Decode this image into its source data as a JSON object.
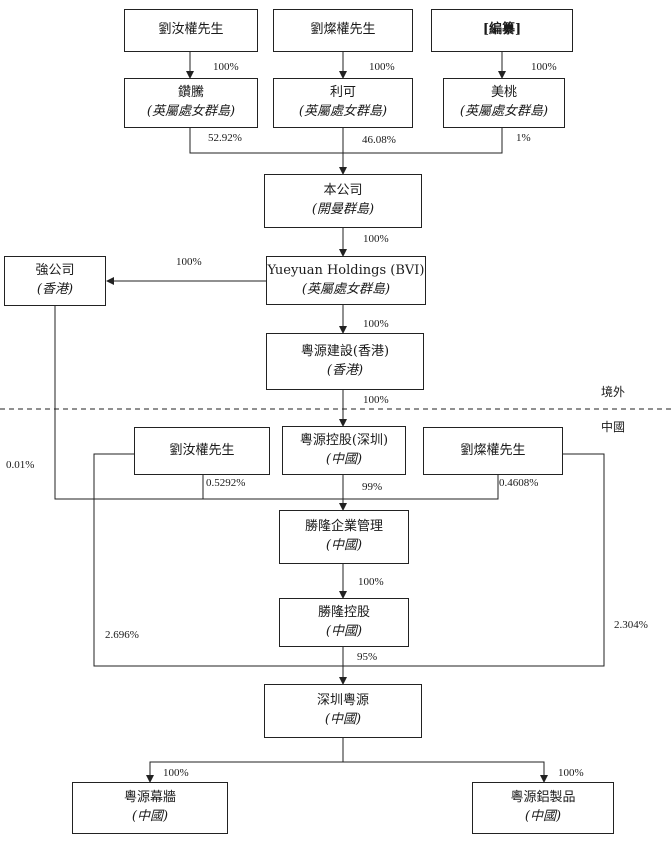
{
  "entities": {
    "liu_ruquan_top": {
      "name": "劉汝權先生"
    },
    "liu_canquan_top": {
      "name": "劉燦權先生"
    },
    "redacted": {
      "name": "[編纂]"
    },
    "zanteng": {
      "name": "鑽騰",
      "jurisdiction": "(英屬處女群島)"
    },
    "like": {
      "name": "利可",
      "jurisdiction": "(英屬處女群島)"
    },
    "meitao": {
      "name": "美桃",
      "jurisdiction": "(英屬處女群島)"
    },
    "company": {
      "name": "本公司",
      "jurisdiction": "(開曼群島)"
    },
    "yueyuan_bvi": {
      "name": "Yueyuan Holdings (BVI)",
      "jurisdiction": "(英屬處女群島)"
    },
    "qiang": {
      "name": "強公司",
      "jurisdiction": "(香港)"
    },
    "yueyuan_hk": {
      "name": "粵源建設(香港)",
      "jurisdiction": "(香港)"
    },
    "liu_ruquan_prc": {
      "name": "劉汝權先生"
    },
    "yueyuan_sz_holdings": {
      "name": "粵源控股(深圳)",
      "jurisdiction": "(中國)"
    },
    "liu_canquan_prc": {
      "name": "劉燦權先生"
    },
    "shenglong_mgmt": {
      "name": "勝隆企業管理",
      "jurisdiction": "(中國)"
    },
    "shenglong_holdings": {
      "name": "勝隆控股",
      "jurisdiction": "(中國)"
    },
    "shenzhen_yueyuan": {
      "name": "深圳粵源",
      "jurisdiction": "(中國)"
    },
    "yueyuan_curtain": {
      "name": "粵源幕牆",
      "jurisdiction": "(中國)"
    },
    "yueyuan_aluminium": {
      "name": "粵源鋁製品",
      "jurisdiction": "(中國)"
    }
  },
  "percentages": {
    "p_ruquan_zanteng": "100%",
    "p_canquan_like": "100%",
    "p_redacted_meitao": "100%",
    "p_zanteng_company": "52.92%",
    "p_like_company": "46.08%",
    "p_meitao_company": "1%",
    "p_company_bvi": "100%",
    "p_bvi_qiang": "100%",
    "p_bvi_hk": "100%",
    "p_hk_sz": "100%",
    "p_qiang_mgmt": "0.01%",
    "p_ruquan_mgmt": "0.5292%",
    "p_sz_mgmt": "99%",
    "p_canquan_mgmt": "0.4608%",
    "p_mgmt_holdings": "100%",
    "p_ruquan_shenzhen": "2.696%",
    "p_holdings_shenzhen": "95%",
    "p_canquan_shenzhen": "2.304%",
    "p_shenzhen_curtain": "100%",
    "p_shenzhen_aluminium": "100%"
  },
  "regions": {
    "offshore": "境外",
    "prc": "中國"
  }
}
